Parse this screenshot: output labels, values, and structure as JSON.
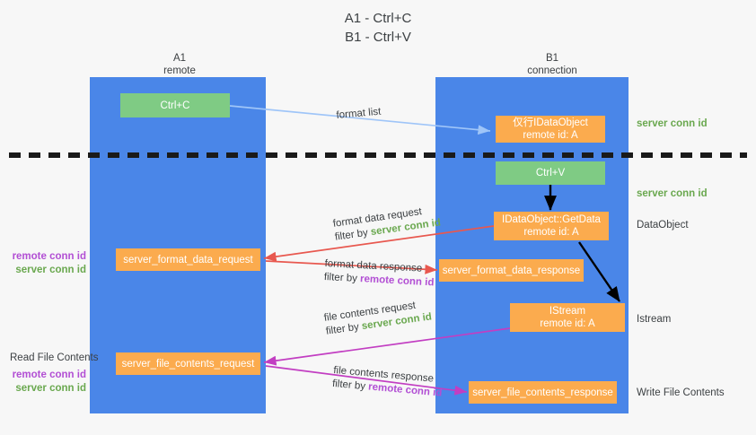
{
  "title": {
    "line1": "A1 - Ctrl+C",
    "line2": "B1 - Ctrl+V"
  },
  "columns": [
    {
      "name": "A1",
      "sub": "remote"
    },
    {
      "name": "B1",
      "sub": "connection"
    }
  ],
  "boxes": {
    "ctrl_c": {
      "line1": "Ctrl+C",
      "line2": ""
    },
    "ctrl_v": {
      "line1": "Ctrl+V",
      "line2": ""
    },
    "idataobject": {
      "line1": "仅行IDataObject",
      "line2": "remote id: A"
    },
    "getdata": {
      "line1": "IDataObject::GetData",
      "line2": "remote id: A"
    },
    "istream": {
      "line1": "IStream",
      "line2": "remote id: A"
    },
    "format_data_request": {
      "line1": "server_format_data_request",
      "line2": ""
    },
    "format_data_response": {
      "line1": "server_format_data_response",
      "line2": ""
    },
    "file_contents_request": {
      "line1": "server_file_contents_request",
      "line2": ""
    },
    "file_contents_response": {
      "line1": "server_file_contents_response",
      "line2": ""
    }
  },
  "edge_labels": {
    "format_list": "format list",
    "format_data_request": "format data request",
    "format_data_response": "format data response",
    "file_contents_request": "file contents request",
    "file_contents_response": "file contents response",
    "filter_by": "filter by ",
    "server_conn_id": "server conn id",
    "remote_conn_id": "remote conn id"
  },
  "right_labels": {
    "server_conn_id_1": "server conn id",
    "server_conn_id_2": "server conn id",
    "dataobject": "DataObject",
    "istream": "Istream",
    "write_file_contents": "Write File Contents"
  },
  "left_labels": {
    "read_file_contents": "Read File Contents",
    "remote_conn_id_1": "remote conn id",
    "server_conn_id_1": "server conn id",
    "remote_conn_id_2": "remote conn id",
    "server_conn_id_2": "server conn id"
  },
  "colors": {
    "lane": "#4a86e8",
    "green_box": "#7fcb84",
    "orange_box": "#fbab4e",
    "green_text": "#6aa84f",
    "purple_text": "#b24fd4",
    "red_arrow": "#e8584f",
    "magenta_arrow": "#c23ec2",
    "blue_arrow": "#9fc5f8",
    "black_arrow": "#000000",
    "background": "#f7f7f7"
  }
}
